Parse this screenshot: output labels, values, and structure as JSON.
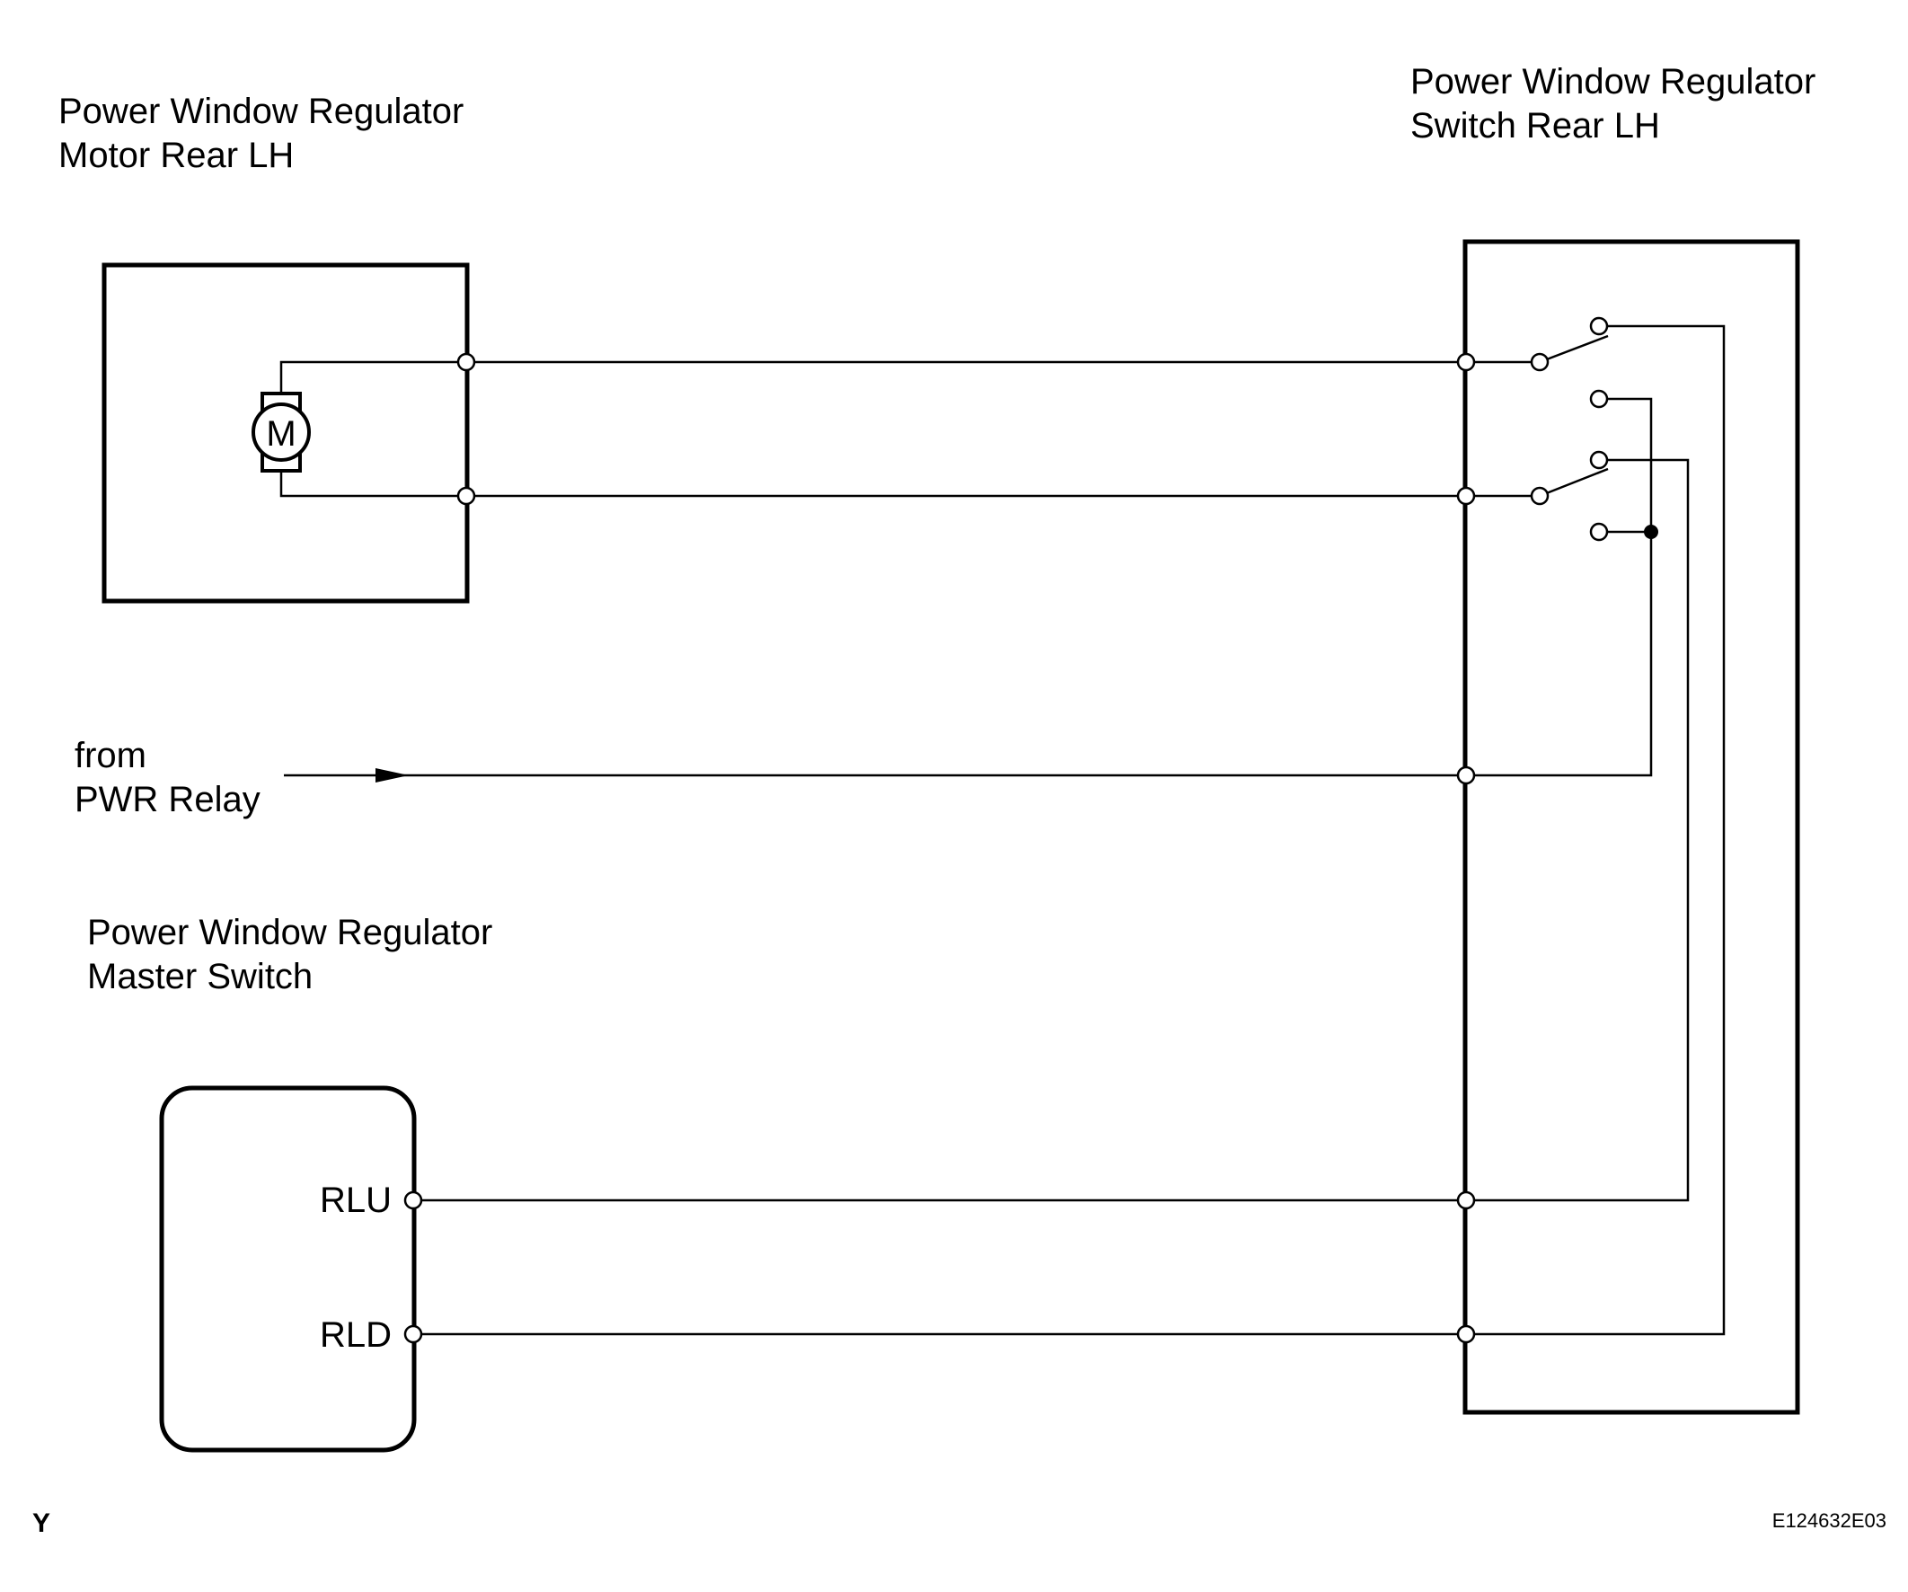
{
  "labels": {
    "motor_line1": "Power Window Regulator",
    "motor_line2": "Motor Rear LH",
    "switch_line1": "Power Window Regulator",
    "switch_line2": "Switch Rear LH",
    "pwr_line1": "from",
    "pwr_line2": "PWR Relay",
    "master_line1": "Power Window Regulator",
    "master_line2": "Master Switch",
    "motor_symbol": "M",
    "rlu": "RLU",
    "rld": "RLD",
    "corner_y": "Y",
    "figure_code": "E124632E03"
  }
}
